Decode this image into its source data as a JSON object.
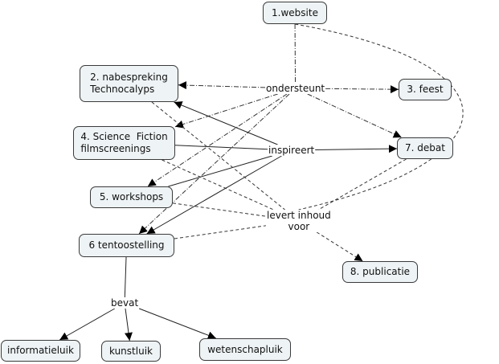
{
  "concepts": {
    "website": "1.website",
    "nabespreking": "2. nabespreking\nTechnocalyps",
    "feest": "3. feest",
    "sciencefiction": "4. Science  Fiction\nfilmscreenings",
    "workshops": "5. workshops",
    "tentoonstelling": "6 tentoostelling",
    "debat": "7. debat",
    "publicatie": "8. publicatie",
    "informatieluik": "informatieluik",
    "kunstluik": "kunstluik",
    "wetenschapluik": "wetenschapluik"
  },
  "linking_phrases": {
    "ondersteunt": "ondersteunt",
    "inspireert": "inspireert",
    "levert": "levert inhoud\nvoor",
    "bevat": "bevat"
  },
  "connections": [
    {
      "from": "website",
      "to": "ondersteunt",
      "style": "dashdot",
      "arrow": false
    },
    {
      "from": "ondersteunt",
      "to": "nabespreking",
      "style": "dashdot",
      "arrow": true
    },
    {
      "from": "ondersteunt",
      "to": "sciencefiction",
      "style": "dashdot",
      "arrow": true
    },
    {
      "from": "ondersteunt",
      "to": "workshops",
      "style": "dashdot",
      "arrow": true
    },
    {
      "from": "ondersteunt",
      "to": "tentoonstelling",
      "style": "dashdot",
      "arrow": true
    },
    {
      "from": "ondersteunt",
      "to": "feest",
      "style": "dashdot",
      "arrow": true
    },
    {
      "from": "ondersteunt",
      "to": "debat",
      "style": "dashdot",
      "arrow": true
    },
    {
      "from": "sciencefiction",
      "to": "inspireert",
      "style": "solid",
      "arrow": false
    },
    {
      "from": "workshops",
      "to": "inspireert",
      "style": "solid",
      "arrow": false
    },
    {
      "from": "inspireert",
      "to": "nabespreking",
      "style": "solid",
      "arrow": true
    },
    {
      "from": "inspireert",
      "to": "tentoonstelling",
      "style": "solid",
      "arrow": true
    },
    {
      "from": "inspireert",
      "to": "debat",
      "style": "solid",
      "arrow": true
    },
    {
      "from": "website",
      "to": "levert",
      "style": "dashed",
      "arrow": false,
      "curved": true
    },
    {
      "from": "nabespreking",
      "to": "levert",
      "style": "dashed",
      "arrow": false
    },
    {
      "from": "sciencefiction",
      "to": "levert",
      "style": "dashed",
      "arrow": false
    },
    {
      "from": "workshops",
      "to": "levert",
      "style": "dashed",
      "arrow": false
    },
    {
      "from": "tentoonstelling",
      "to": "levert",
      "style": "dashed",
      "arrow": false
    },
    {
      "from": "debat",
      "to": "levert",
      "style": "dashed",
      "arrow": false
    },
    {
      "from": "levert",
      "to": "publicatie",
      "style": "dashed",
      "arrow": true
    },
    {
      "from": "tentoonstelling",
      "to": "bevat",
      "style": "solid",
      "arrow": false
    },
    {
      "from": "bevat",
      "to": "informatieluik",
      "style": "solid",
      "arrow": true
    },
    {
      "from": "bevat",
      "to": "kunstluik",
      "style": "solid",
      "arrow": true
    },
    {
      "from": "bevat",
      "to": "wetenschapluik",
      "style": "solid",
      "arrow": true
    }
  ]
}
